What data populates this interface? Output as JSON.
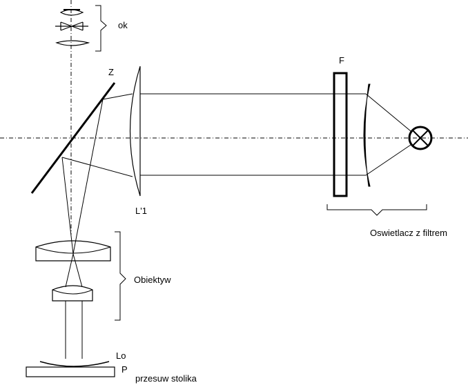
{
  "labels": {
    "ok": "ok",
    "Z": "Z",
    "L1": "L'1",
    "F": "F",
    "illuminator": "Oswietlacz z filtrem",
    "objective": "Obiektyw",
    "Lo": "Lo",
    "P": "P",
    "stage": "przesuw stolika"
  },
  "colors": {
    "line": "#000000",
    "background": "#ffffff"
  }
}
